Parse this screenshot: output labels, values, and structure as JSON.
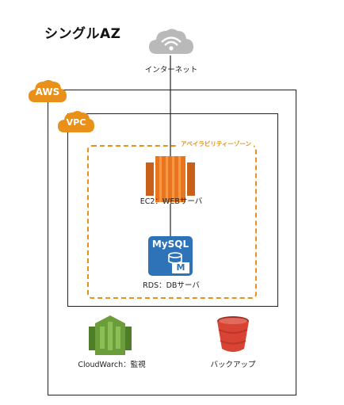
{
  "title": "シングルAZ",
  "internet": {
    "label": "インターネット",
    "icon": "internet-cloud-icon"
  },
  "aws": {
    "label": "AWS"
  },
  "vpc": {
    "label": "VPC"
  },
  "zone": {
    "label": "アベイラビリティーゾーン"
  },
  "ec2": {
    "label": "EC2：WEBサーバ",
    "icon": "ec2-icon"
  },
  "rds": {
    "label": "RDS：DBサーバ",
    "icon_text_top": "MySQL",
    "icon_text_badge": "M"
  },
  "cloudwatch": {
    "label": "CloudWarch：監視",
    "icon": "cloudwatch-icon"
  },
  "backup": {
    "label": "バックアップ",
    "icon": "s3-bucket-icon"
  },
  "colors": {
    "orange": "#e8901a",
    "ec2": "#e8761e",
    "rds": "#2e73b8",
    "cloudwatch": "#6b9e3a",
    "s3": "#d94334",
    "cloud_gray": "#b9b9b9"
  }
}
